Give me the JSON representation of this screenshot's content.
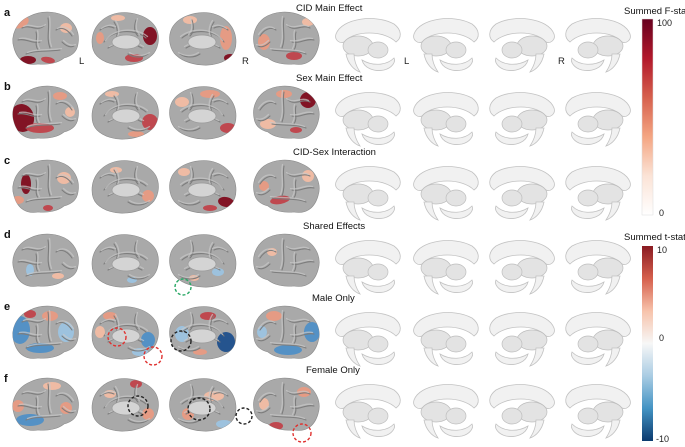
{
  "rows": [
    {
      "label": "a",
      "title": "CID Main Effect"
    },
    {
      "label": "b",
      "title": "Sex Main Effect"
    },
    {
      "label": "c",
      "title": "CID-Sex Interaction"
    },
    {
      "label": "d",
      "title": "Shared Effects"
    },
    {
      "label": "e",
      "title": "Male Only"
    },
    {
      "label": "f",
      "title": "Female Only"
    }
  ],
  "hemisphere_labels": {
    "cortical_left": "L",
    "cortical_right": "R",
    "subcortical_left": "L",
    "subcortical_right": "R"
  },
  "colorbars": [
    {
      "title": "Summed F-stat",
      "max_label": "100",
      "min_label": "0",
      "stops": [
        "#67001f",
        "#b2182b",
        "#d6604d",
        "#f4a582",
        "#fbe3d6",
        "#ffffff"
      ]
    },
    {
      "title": "Summed t-stat",
      "max_label": "10",
      "mid_label": "0",
      "min_label": "-10",
      "stops": [
        "#8a1b22",
        "#d6604d",
        "#f7c3ab",
        "#f7f7f7",
        "#a9cce3",
        "#4393c3",
        "#0b3a6e"
      ]
    }
  ],
  "colors": {
    "dark_red": "#7f0c1e",
    "mid_red": "#c0424a",
    "salmon": "#e89a82",
    "peach": "#f2bca3",
    "light_blue": "#9cc3e0",
    "mid_blue": "#4f8fc6",
    "dark_blue": "#1e4f8c",
    "circle_red": "#e0312f",
    "circle_black": "#222222",
    "circle_green": "#2aa866"
  }
}
